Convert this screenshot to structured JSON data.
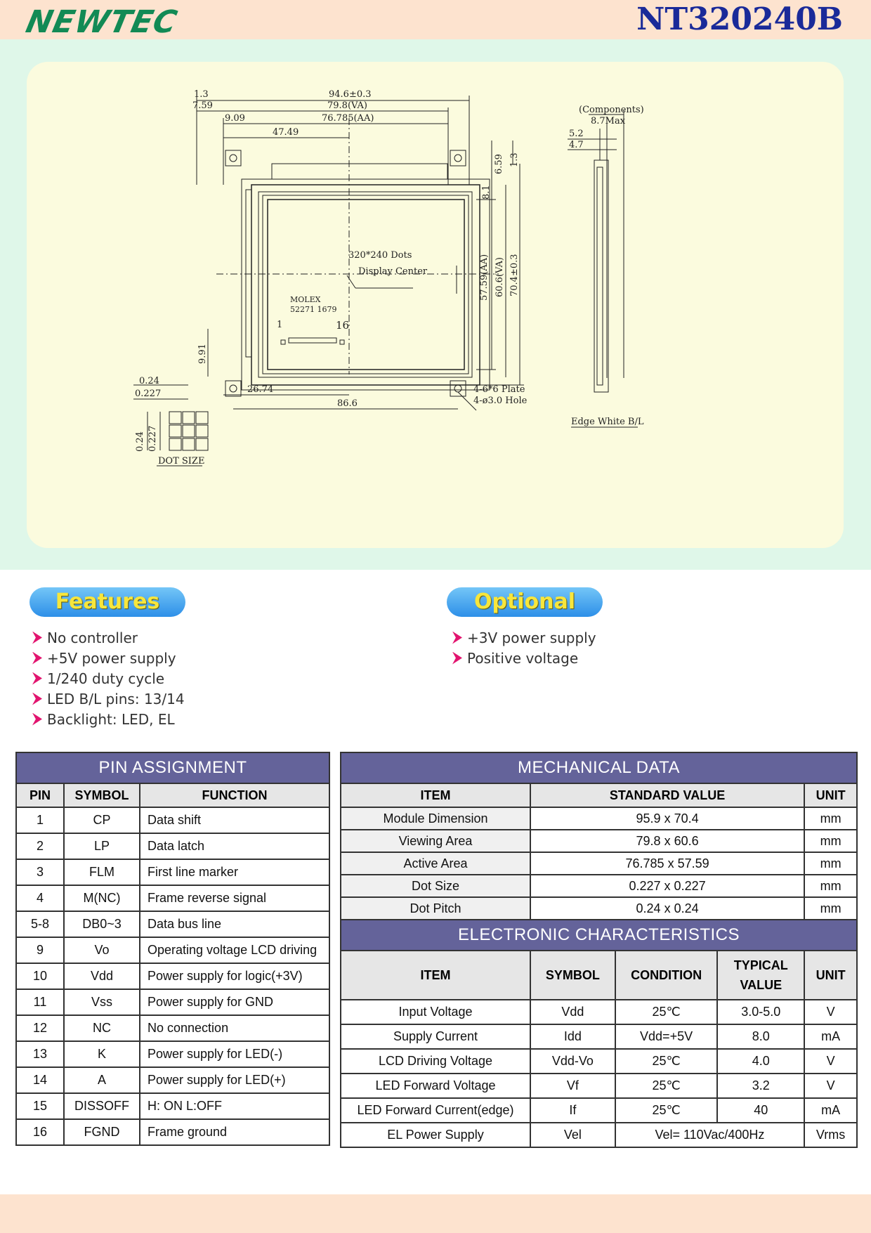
{
  "header": {
    "logo": "NEWTEC",
    "model": "NT320240B"
  },
  "drawing": {
    "dims": {
      "d1": "1.3",
      "d2": "7.59",
      "d3": "94.6±0.3",
      "d4": "79.8(VA)",
      "d5": "9.09",
      "d6": "76.785(AA)",
      "d7": "47.49",
      "d8": "6.59",
      "d9": "1.3",
      "d10": "8.1",
      "d11": "57.59(AA)",
      "d12": "60.6(VA)",
      "d13": "70.4±0.3",
      "d14": "9.91",
      "d15": "26.74",
      "d16": "86.6",
      "d17": "0.24",
      "d18": "0.227",
      "d19": "0.24",
      "d20": "0.227"
    },
    "dots_label": "320*240 Dots",
    "display_center": "Display Center",
    "molex": "MOLEX",
    "molex_part": "52271 1679",
    "pin1": "1",
    "pin16": "16",
    "plate": "4-6*6 Plate",
    "hole": "4-ø3.0 Hole",
    "dot_size": "DOT SIZE",
    "components": "(Components)",
    "max": "8.7Max",
    "side1": "5.2",
    "side2": "4.7",
    "edge_bl": "Edge White B/L"
  },
  "features": {
    "title": "Features",
    "items": [
      "No controller",
      "+5V power supply",
      "1/240 duty cycle",
      "LED B/L pins: 13/14",
      "Backlight: LED, EL"
    ]
  },
  "optional": {
    "title": "Optional",
    "items": [
      "+3V power supply",
      "Positive voltage"
    ]
  },
  "pin_assignment": {
    "title": "PIN ASSIGNMENT",
    "headers": [
      "PIN",
      "SYMBOL",
      "FUNCTION"
    ],
    "rows": [
      [
        "1",
        "CP",
        "Data shift"
      ],
      [
        "2",
        "LP",
        "Data latch"
      ],
      [
        "3",
        "FLM",
        "First line marker"
      ],
      [
        "4",
        "M(NC)",
        "Frame reverse signal"
      ],
      [
        "5-8",
        "DB0~3",
        "Data bus line"
      ],
      [
        "9",
        "Vo",
        "Operating voltage LCD driving"
      ],
      [
        "10",
        "Vdd",
        "Power supply for logic(+3V)"
      ],
      [
        "11",
        "Vss",
        "Power supply for GND"
      ],
      [
        "12",
        "NC",
        "No connection"
      ],
      [
        "13",
        "K",
        "Power supply for LED(-)"
      ],
      [
        "14",
        "A",
        "Power supply for LED(+)"
      ],
      [
        "15",
        "DISSOFF",
        "H: ON    L:OFF"
      ],
      [
        "16",
        "FGND",
        "Frame ground"
      ]
    ]
  },
  "mechanical": {
    "title": "MECHANICAL DATA",
    "headers": [
      "ITEM",
      "STANDARD VALUE",
      "UNIT"
    ],
    "rows": [
      [
        "Module Dimension",
        "95.9 x 70.4",
        "mm"
      ],
      [
        "Viewing Area",
        "79.8 x 60.6",
        "mm"
      ],
      [
        "Active Area",
        "76.785 x 57.59",
        "mm"
      ],
      [
        "Dot Size",
        "0.227 x 0.227",
        "mm"
      ],
      [
        "Dot Pitch",
        "0.24 x 0.24",
        "mm"
      ]
    ]
  },
  "electronic": {
    "title": "ELECTRONIC CHARACTERISTICS",
    "headers": [
      "ITEM",
      "SYMBOL",
      "CONDITION",
      "TYPICAL VALUE",
      "UNIT"
    ],
    "rows": [
      [
        "Input Voltage",
        "Vdd",
        "25℃",
        "3.0-5.0",
        "V"
      ],
      [
        "Supply Current",
        "Idd",
        "Vdd=+5V",
        "8.0",
        "mA"
      ],
      [
        "LCD Driving Voltage",
        "Vdd-Vo",
        "25℃",
        "4.0",
        "V"
      ],
      [
        "LED Forward Voltage",
        "Vf",
        "25℃",
        "3.2",
        "V"
      ],
      [
        "LED Forward Current(edge)",
        "If",
        "25℃",
        "40",
        "mA"
      ]
    ],
    "last_row": [
      "EL Power Supply",
      "Vel",
      "Vel= 110Vac/400Hz",
      "Vrms"
    ]
  }
}
